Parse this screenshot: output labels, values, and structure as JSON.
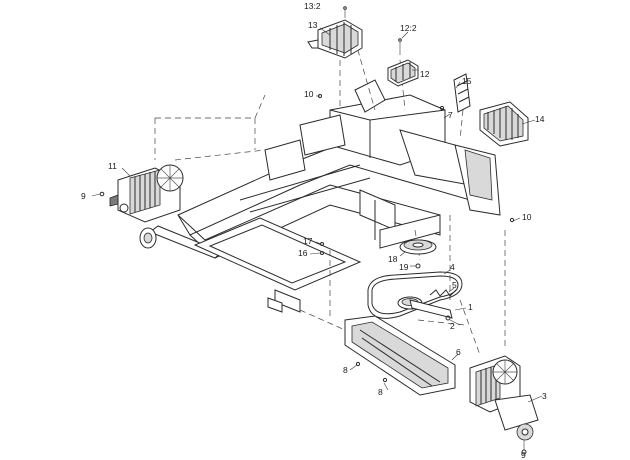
{
  "callouts": [
    {
      "id": "c-13-2",
      "text": "13:2"
    },
    {
      "id": "c-13",
      "text": "13"
    },
    {
      "id": "c-12-2",
      "text": "12:2"
    },
    {
      "id": "c-12",
      "text": "12"
    },
    {
      "id": "c-15",
      "text": "15"
    },
    {
      "id": "c-14",
      "text": "14"
    },
    {
      "id": "c-10a",
      "text": "10"
    },
    {
      "id": "c-7",
      "text": "7"
    },
    {
      "id": "c-11",
      "text": "11"
    },
    {
      "id": "c-9a",
      "text": "9"
    },
    {
      "id": "c-10b",
      "text": "10"
    },
    {
      "id": "c-17",
      "text": "17"
    },
    {
      "id": "c-16",
      "text": "16"
    },
    {
      "id": "c-18",
      "text": "18"
    },
    {
      "id": "c-19",
      "text": "19"
    },
    {
      "id": "c-4",
      "text": "4"
    },
    {
      "id": "c-5",
      "text": "5"
    },
    {
      "id": "c-1",
      "text": "1"
    },
    {
      "id": "c-2",
      "text": "2"
    },
    {
      "id": "c-6",
      "text": "6"
    },
    {
      "id": "c-8a",
      "text": "8"
    },
    {
      "id": "c-8b",
      "text": "8"
    },
    {
      "id": "c-3",
      "text": "3"
    },
    {
      "id": "c-9b",
      "text": "9"
    }
  ]
}
